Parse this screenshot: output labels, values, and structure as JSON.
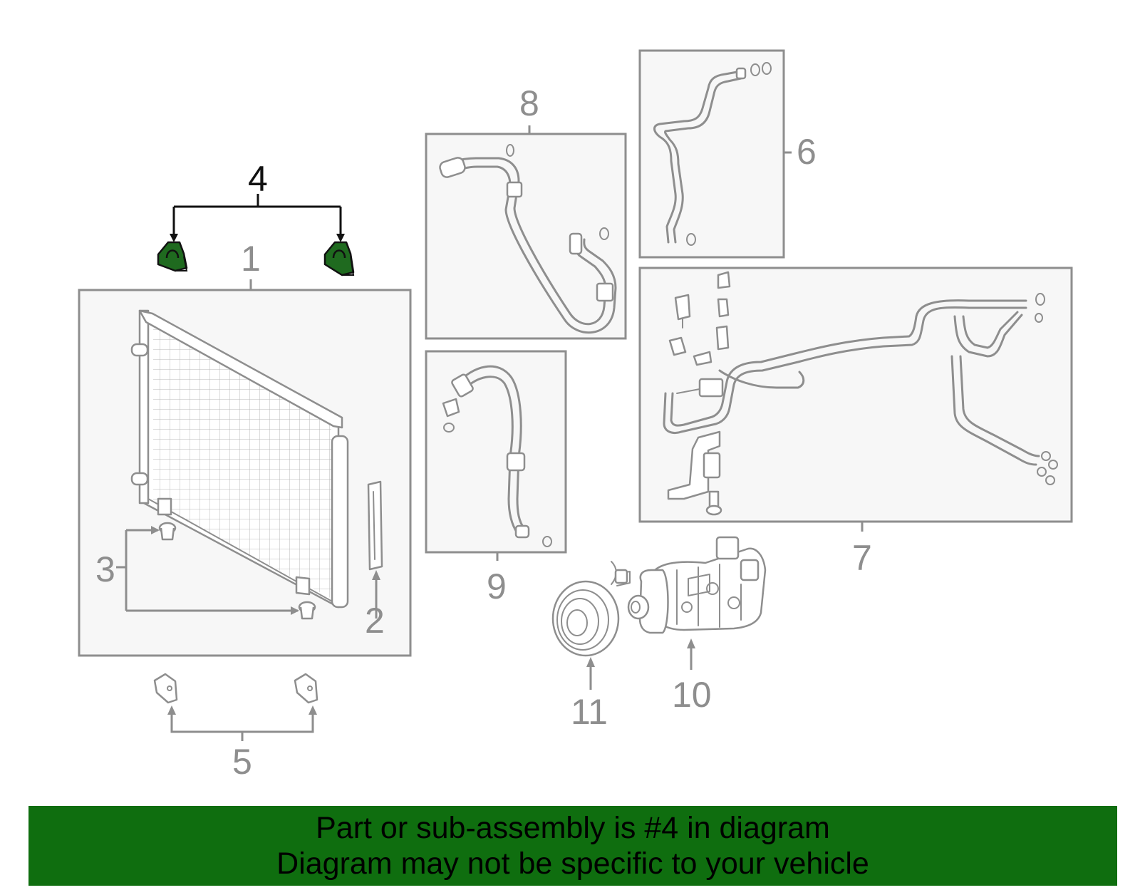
{
  "diagram": {
    "callouts": {
      "c1": "1",
      "c2": "2",
      "c3": "3",
      "c4": "4",
      "c5": "5",
      "c6": "6",
      "c7": "7",
      "c8": "8",
      "c9": "9",
      "c10": "10",
      "c11": "11"
    },
    "highlighted_part": "4",
    "colors": {
      "line": "#8e8e8e",
      "highlight_part": "#1f6a1f",
      "highlight_leader": "#111111",
      "banner": "#0f6e0f",
      "panel_fill": "#f7f7f7"
    }
  },
  "banner": {
    "line1": "Part or sub-assembly is #4 in diagram",
    "line2": "Diagram may not be specific to your vehicle"
  }
}
